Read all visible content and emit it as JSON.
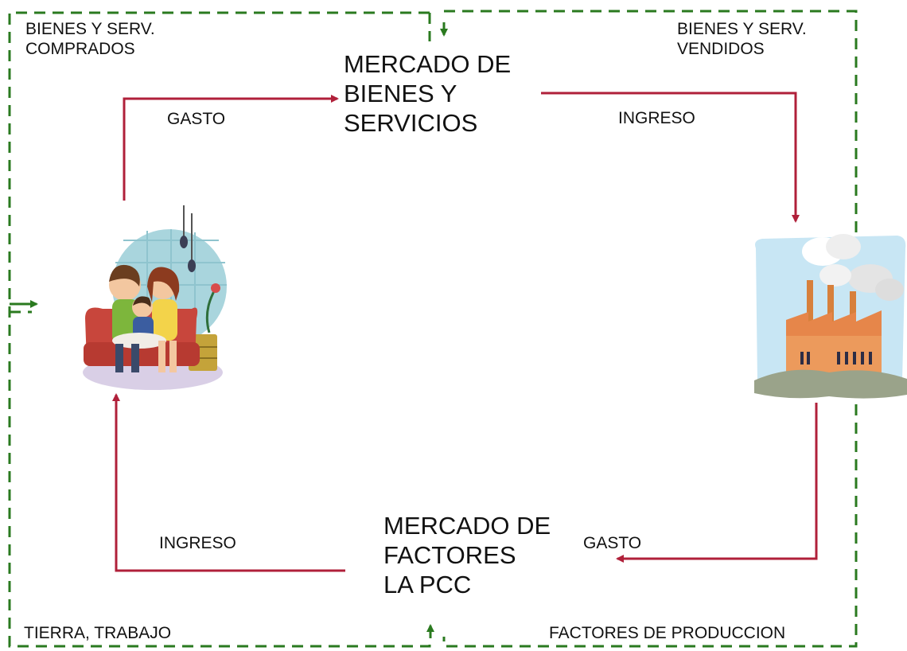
{
  "labels": {
    "bienes_comprados": "BIENES Y SERV.\nCOMPRADOS",
    "bienes_vendidos": "BIENES Y SERV.\nVENDIDOS",
    "mercado_bienes": "MERCADO DE\nBIENES Y\nSERVICIOS",
    "gasto_top": "GASTO",
    "ingreso_top": "INGRESO",
    "mercado_factores": "MERCADO DE\nFACTORES\nLA PCC",
    "ingreso_bottom": "INGRESO",
    "gasto_bottom": "GASTO",
    "tierra_trabajo": "TIERRA, TRABAJO",
    "factores_produccion": "FACTORES DE PRODUCCION"
  },
  "icons": {
    "household": "family-on-sofa-icon",
    "firm": "factory-icon"
  },
  "colors": {
    "money_flow": "#b0203a",
    "real_flow": "#2a7a1f"
  }
}
